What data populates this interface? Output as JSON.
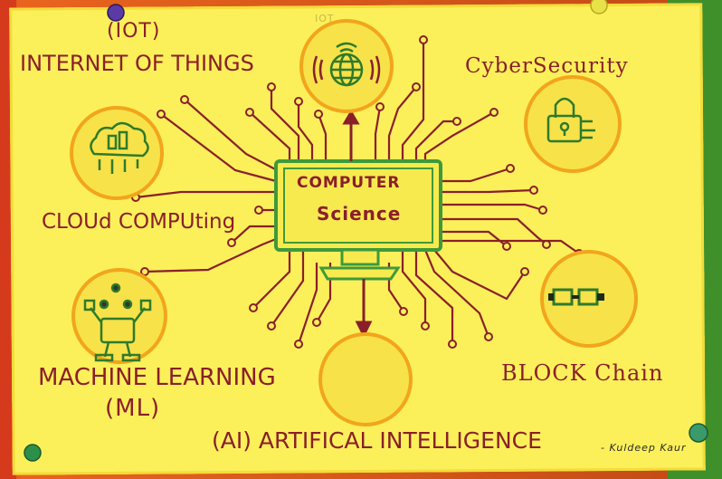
{
  "labels": {
    "iot_abbrev": "(IOT)",
    "iot": "INTERNET OF THINGS",
    "iot_small": "IOT",
    "cyber": "CyberSecurity",
    "cloud": "CLOUd COMPUting",
    "center_line1": "COMPUTER",
    "center_line2": "Science",
    "ml": "MACHINE LEARNING",
    "ml_abbrev": "(ML)",
    "blockchain": "BLOCK Chain",
    "ai": "(AI) ARTIFICAL INTELLIGENCE",
    "signature": "- Kuldeep Kaur"
  },
  "colors": {
    "paper": "#fbf05a",
    "ink": "#8a1f2a",
    "circle_ring": "#f2a51c",
    "circle_fill": "#f7e24a",
    "icon_green": "#2f7a2a",
    "monitor_green": "#3e9a3a",
    "trace": "#8a1f2a"
  },
  "icons": [
    "globe-wifi-icon",
    "padlock-circuit-icon",
    "cloud-circuit-icon",
    "robot-icon",
    "blockchain-icon"
  ]
}
